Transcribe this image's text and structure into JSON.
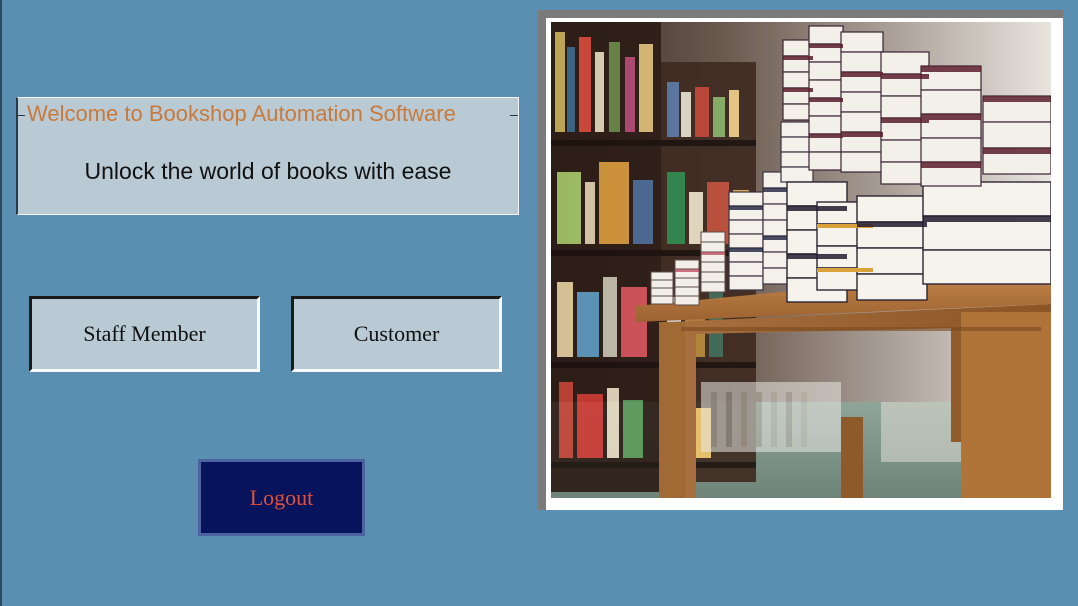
{
  "welcome": {
    "title": "Welcome to Bookshop Automation Software",
    "subtitle": "Unlock the world of books with ease"
  },
  "buttons": {
    "staff": "Staff Member",
    "customer": "Customer",
    "logout": "Logout"
  },
  "image": {
    "subject": "bookstore-shelves-and-stacked-books-on-wooden-table"
  },
  "colors": {
    "background": "#5b8fb2",
    "panel": "#b9cad4",
    "title_accent": "#c87a3c",
    "logout_bg": "#07135a",
    "logout_text": "#e0523a"
  }
}
